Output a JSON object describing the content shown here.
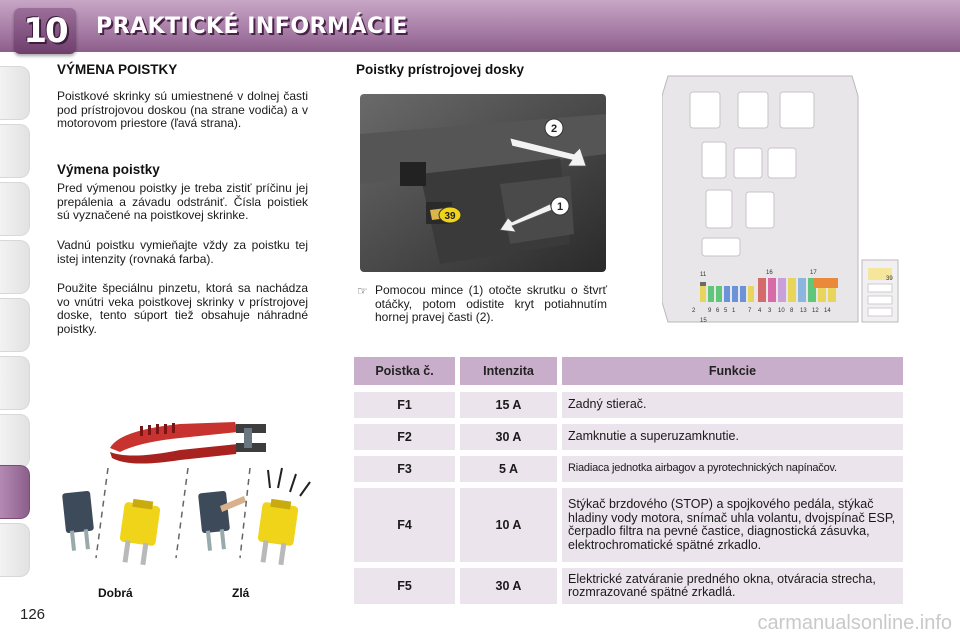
{
  "header": {
    "chapter_number": "10",
    "title": "PRAKTICKÉ INFORMÁCIE"
  },
  "page_number": "126",
  "watermark": "carmanualsonline.info",
  "left_column": {
    "heading_main": "VÝMENA POISTKY",
    "intro": "Poistkové skrinky sú umiestnené v dolnej časti pod prístrojovou doskou (na strane vodiča) a v motorovom priestore (ľavá strana).",
    "heading_sub": "Výmena poistky",
    "para1": "Pred výmenou poistky je treba zistiť príčinu jej prepálenia a závadu odstrániť. Čísla poistiek sú vyznačené na poistkovej skrinke.",
    "para2": "Vadnú poistku vymieňajte vždy za poistku tej istej intenzity (rovnaká farba).",
    "para3": "Použite špeciálnu pinzetu, ktorá sa nachádza vo vnútri veka poistkovej skrinky v prístrojovej doske, tento súport tiež obsahuje náhradné poistky.",
    "label_good": "Dobrá",
    "label_bad": "Zlá"
  },
  "right_column": {
    "heading": "Poistky prístrojovej dosky",
    "bullet_symbol": "☞",
    "bullet_text": "Pomocou mince (1) otočte skrutku o štvrť otáčky, potom odistite kryt potiahnutím hornej pravej časti (2).",
    "photo_callouts": [
      "2",
      "1",
      "39"
    ],
    "diagram_labels": [
      "11",
      "16",
      "17",
      "39",
      "2",
      "15",
      "9",
      "6",
      "5",
      "1",
      "7",
      "4",
      "3",
      "10",
      "8",
      "13",
      "12",
      "14"
    ]
  },
  "table": {
    "headers": [
      "Poistka č.",
      "Intenzita",
      "Funkcie"
    ],
    "rows": [
      {
        "fuse": "F1",
        "amp": "15 A",
        "function": "Zadný stierač."
      },
      {
        "fuse": "F2",
        "amp": "30 A",
        "function": "Zamknutie a superuzamknutie."
      },
      {
        "fuse": "F3",
        "amp": "5 A",
        "function": "Riadiaca jednotka airbagov a pyrotechnických napínačov."
      },
      {
        "fuse": "F4",
        "amp": "10 A",
        "function": "Stýkač brzdového (STOP) a spojkového pedála, stýkač hladiny vody motora, snímač uhla volantu, dvojspínač ESP, čerpadlo filtra na pevné častice, diagnostická zásuvka, elektrochromatické spätné zrkadlo."
      },
      {
        "fuse": "F5",
        "amp": "30 A",
        "function": "Elektrické zatváranie predného okna, otváracia strecha, rozmrazované spätné zrkadlá."
      }
    ]
  }
}
